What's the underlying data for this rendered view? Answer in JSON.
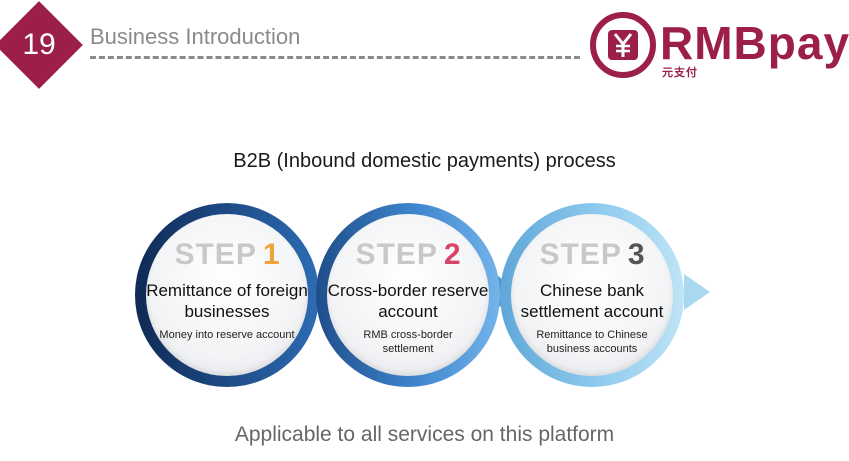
{
  "header": {
    "slide_number": "19",
    "section_title": "Business Introduction",
    "logo_text": "RMBpay",
    "logo_subtext": "元支付",
    "brand_color": "#9c1f48"
  },
  "process": {
    "title": "B2B (Inbound domestic payments) process",
    "steps": [
      {
        "label": "STEP",
        "number": "1",
        "title": "Remittance of foreign businesses",
        "description": "Money into reserve account",
        "number_color": "#f0a33c"
      },
      {
        "label": "STEP",
        "number": "2",
        "title": "Cross-border reserve account",
        "description": "RMB cross-border settlement",
        "number_color": "#d8446a"
      },
      {
        "label": "STEP",
        "number": "3",
        "title": "Chinese bank settlement account",
        "description": "Remittance to Chinese business accounts",
        "number_color": "#555555"
      }
    ]
  },
  "footer": {
    "note": "Applicable to all services on this platform"
  }
}
